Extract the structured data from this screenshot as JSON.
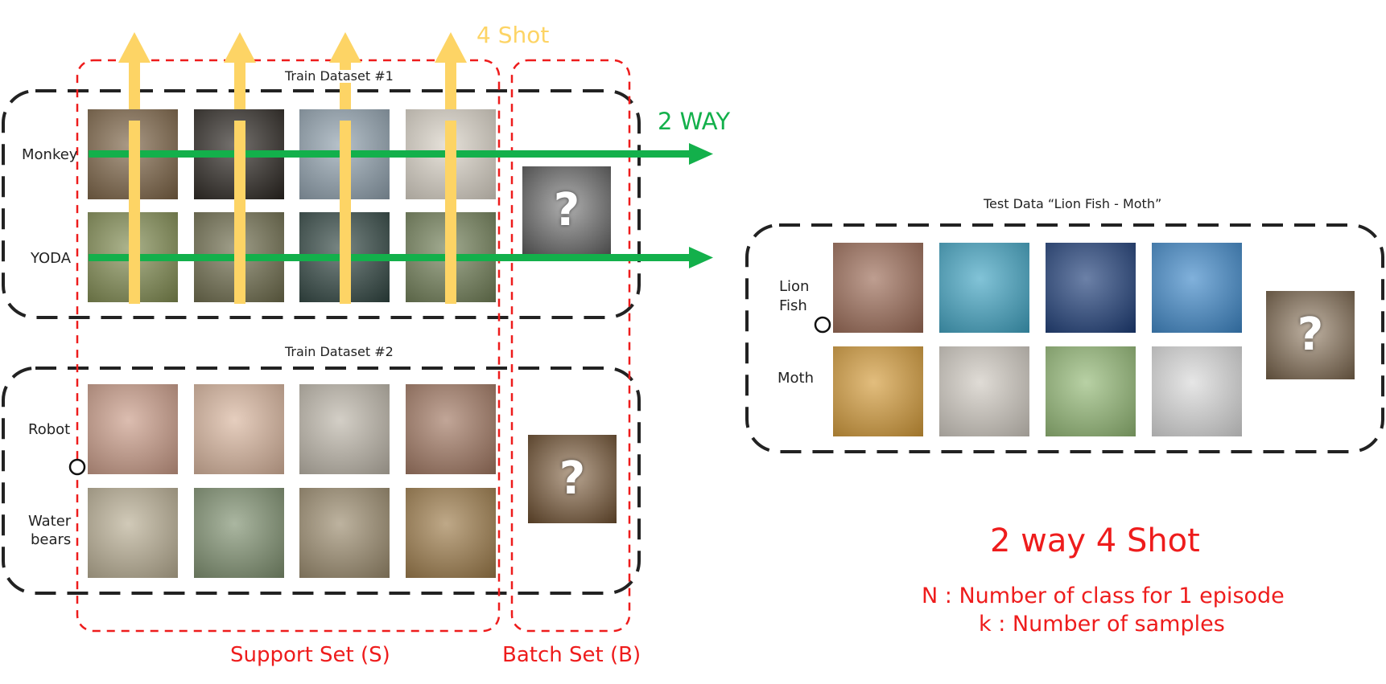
{
  "header": {
    "shot_label": "4 Shot",
    "way_label": "2 WAY"
  },
  "train1": {
    "title": "Train Dataset #1",
    "classes": [
      {
        "label": "Monkey",
        "icons": [
          "monkey-photo-1",
          "monkey-photo-2",
          "monkey-photo-3",
          "monkey-photo-4"
        ]
      },
      {
        "label": "YODA",
        "icons": [
          "yoda-photo-1",
          "yoda-photo-2",
          "yoda-photo-3",
          "yoda-photo-4"
        ]
      }
    ],
    "query_mark": "?"
  },
  "train2": {
    "title": "Train Dataset #2",
    "classes": [
      {
        "label": "Robot",
        "icons": [
          "robot-photo-1",
          "robot-photo-2",
          "robot-photo-3",
          "robot-photo-4"
        ]
      },
      {
        "label": "Water\nbears",
        "line1": "Water",
        "line2": "bears",
        "icons": [
          "waterbear-photo-1",
          "waterbear-photo-2",
          "waterbear-photo-3",
          "waterbear-photo-4"
        ]
      }
    ],
    "query_mark": "?"
  },
  "test": {
    "title": "Test Data “Lion Fish - Moth”",
    "classes": [
      {
        "label": "Lion\nFish",
        "line1": "Lion",
        "line2": "Fish",
        "icons": [
          "lionfish-photo-1",
          "lionfish-photo-2",
          "lionfish-photo-3",
          "lionfish-photo-4"
        ]
      },
      {
        "label": "Moth",
        "icons": [
          "moth-photo-1",
          "moth-photo-2",
          "moth-photo-3",
          "moth-photo-4"
        ]
      }
    ],
    "query_mark": "?"
  },
  "sets": {
    "support": "Support Set (S)",
    "batch": "Batch Set (B)"
  },
  "summary": {
    "title": "2 way 4 Shot",
    "n_def": "N : Number of class for 1 episode",
    "k_def": "k : Number of samples"
  },
  "colors": {
    "red": "#ee1c1c",
    "green": "#13b04b",
    "yellow": "#fdd465",
    "dash_black": "#222222",
    "monkey": [
      "#7b6244",
      "#2a2520",
      "#8fa0ad",
      "#d9d2c6"
    ],
    "yoda": [
      "#7f8a4f",
      "#6c6a4a",
      "#2f4440",
      "#6f7d55"
    ],
    "robot": [
      "#c99a86",
      "#d8b49c",
      "#bcb5a8",
      "#a07660"
    ],
    "waterbear": [
      "#b8ad92",
      "#7d8f6e",
      "#9a8a6c",
      "#9c7a48"
    ],
    "lionfish": [
      "#9b6a55",
      "#3fa3c2",
      "#1d3d78",
      "#3d87c8"
    ],
    "moth": [
      "#d39a38",
      "#cfc9c0",
      "#92b874",
      "#d9d9d9"
    ],
    "query_monkey": "#6d6d6d",
    "query_waterbear": "#7d5a36",
    "query_moth": "#8a7256"
  }
}
